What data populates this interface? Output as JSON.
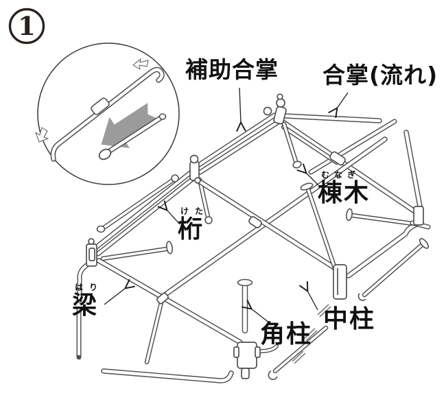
{
  "figure": {
    "type": "assembly-instruction-diagram",
    "step_badge": {
      "number": "1"
    },
    "labels": {
      "hojo_gassho": {
        "text": "補助合掌"
      },
      "gassho_nagare": {
        "text": "合掌(流れ)"
      },
      "munagi": {
        "text": "棟木",
        "furigana": "むなぎ"
      },
      "keta": {
        "text": "桁",
        "furigana": "けた"
      },
      "hari": {
        "text": "梁",
        "furigana": "はり"
      },
      "kakubashira": {
        "text": "角柱"
      },
      "nakabashira": {
        "text": "中柱"
      }
    },
    "icons": {
      "inset_arrow": "insert-direction-arrow",
      "small_arrows": "twist-direction-arrow"
    },
    "colors": {
      "line": "#4f4f4f",
      "text": "#111111",
      "badge_ring": "#2a211e",
      "gray_arrow": "#9b9b9b",
      "background": "#ffffff"
    }
  }
}
